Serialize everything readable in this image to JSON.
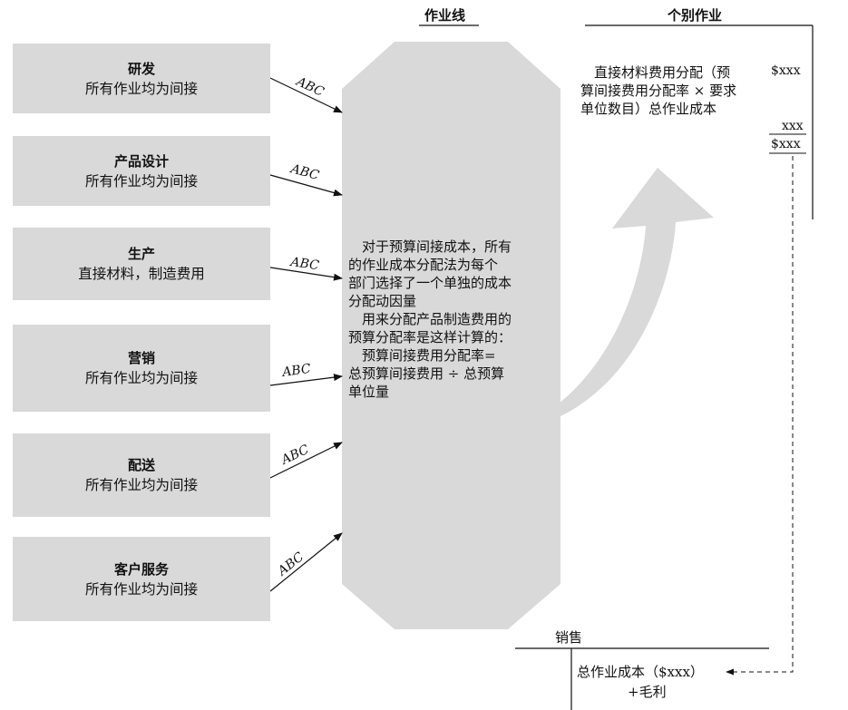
{
  "activity_line": {
    "title": "作业线",
    "text": [
      "　对于预算间接成本，所有",
      "的作业成本分配法为每个",
      "部门选择了一个单独的成本",
      "分配动因量",
      "　用来分配产品制造费用的",
      "预算分配率是这样计算的：",
      "　预算间接费用分配率=",
      "总预算间接费用 ÷ 总预算",
      "单位量"
    ]
  },
  "departments": [
    {
      "title": "研发",
      "subtitle": "所有作业均为间接",
      "arrow_label": "ABC"
    },
    {
      "title": "产品设计",
      "subtitle": "所有作业均为间接",
      "arrow_label": "ABC"
    },
    {
      "title": "生产",
      "subtitle": "直接材料，制造费用",
      "arrow_label": "ABC"
    },
    {
      "title": "营销",
      "subtitle": "所有作业均为间接",
      "arrow_label": "ABC"
    },
    {
      "title": "配送",
      "subtitle": "所有作业均为间接",
      "arrow_label": "ABC"
    },
    {
      "title": "客户服务",
      "subtitle": "所有作业均为间接",
      "arrow_label": "ABC"
    }
  ],
  "individual_job": {
    "title": "个别作业",
    "text": [
      "　直接材料费用分配（预",
      "算间接费用分配率 × 要求",
      "单位数目）总作业成本"
    ],
    "amount1": "$xxx",
    "amount2": "xxx",
    "total": "$xxx"
  },
  "sales": {
    "title": "销售",
    "line1": "总作业成本（$xxx）",
    "line2": "+毛利"
  }
}
